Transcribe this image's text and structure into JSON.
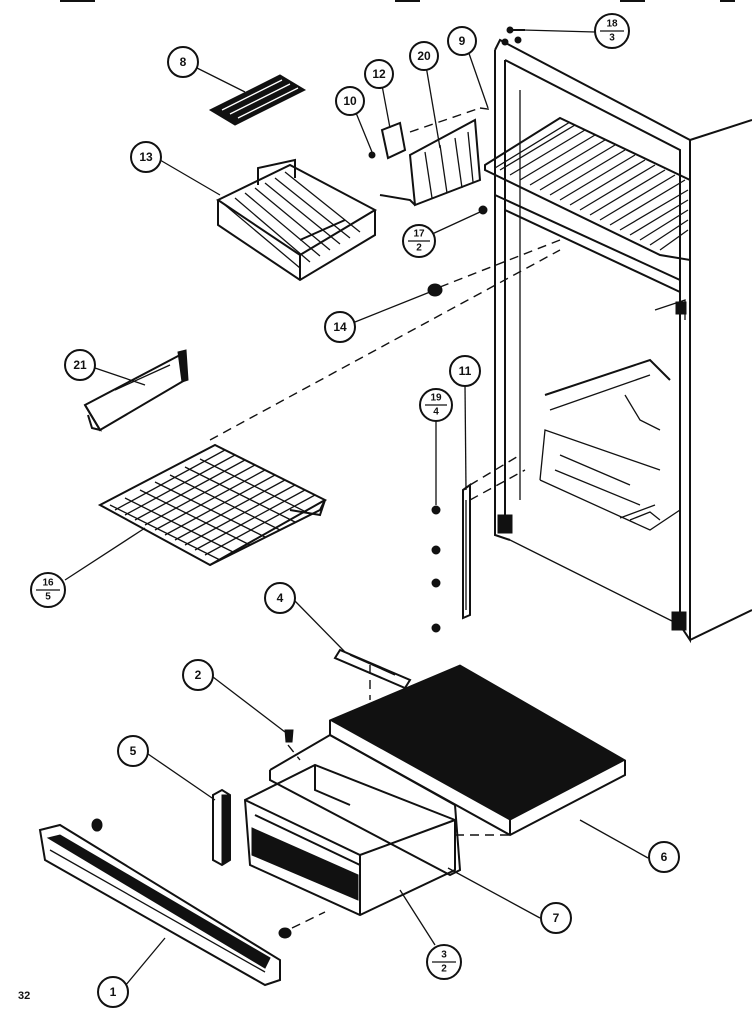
{
  "diagram": {
    "page_number": "32",
    "callouts": [
      {
        "id": "c8",
        "label": "8"
      },
      {
        "id": "c13",
        "label": "13"
      },
      {
        "id": "c10",
        "label": "10"
      },
      {
        "id": "c12",
        "label": "12"
      },
      {
        "id": "c20",
        "label": "20"
      },
      {
        "id": "c9",
        "label": "9"
      },
      {
        "id": "c18",
        "num": "18",
        "den": "3"
      },
      {
        "id": "c17",
        "num": "17",
        "den": "2"
      },
      {
        "id": "c14",
        "label": "14"
      },
      {
        "id": "c21",
        "label": "21"
      },
      {
        "id": "c11",
        "label": "11"
      },
      {
        "id": "c19",
        "num": "19",
        "den": "4"
      },
      {
        "id": "c16",
        "num": "16",
        "den": "5"
      },
      {
        "id": "c4",
        "label": "4"
      },
      {
        "id": "c2",
        "label": "2"
      },
      {
        "id": "c5",
        "label": "5"
      },
      {
        "id": "c6",
        "label": "6"
      },
      {
        "id": "c7",
        "label": "7"
      },
      {
        "id": "c3",
        "num": "3",
        "den": "2"
      },
      {
        "id": "c1",
        "label": "1"
      }
    ]
  }
}
